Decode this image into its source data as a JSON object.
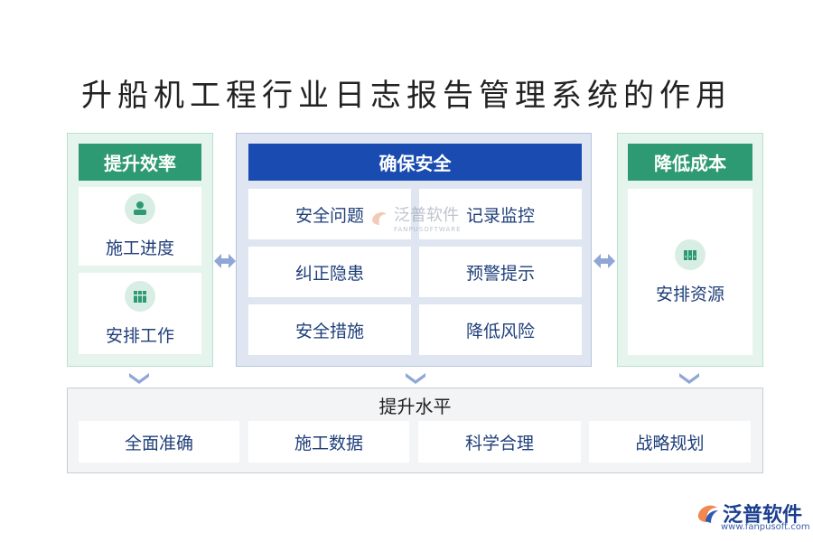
{
  "title": "升船机工程行业日志报告管理系统的作用",
  "left_panel": {
    "header": "提升效率",
    "items": [
      {
        "label": "施工进度",
        "icon": "user-stamp-icon"
      },
      {
        "label": "安排工作",
        "icon": "books-icon"
      }
    ]
  },
  "center_panel": {
    "header": "确保安全",
    "items": [
      "安全问题",
      "记录监控",
      "纠正隐患",
      "预警提示",
      "安全措施",
      "降低风险"
    ]
  },
  "right_panel": {
    "header": "降低成本",
    "items": [
      {
        "label": "安排资源",
        "icon": "binders-icon"
      }
    ]
  },
  "bottom_panel": {
    "header": "提升水平",
    "items": [
      "全面准确",
      "施工数据",
      "科学合理",
      "战略规划"
    ]
  },
  "watermark": {
    "name": "泛普软件",
    "sub": "FANPUSOFTWARE"
  },
  "logo": {
    "name": "泛普软件",
    "url": "www.fanpusoft.com"
  },
  "colors": {
    "green": "#2e9a73",
    "blue": "#1a4bb0",
    "arrow": "#8fa6d6",
    "text": "#1f3f7a"
  }
}
